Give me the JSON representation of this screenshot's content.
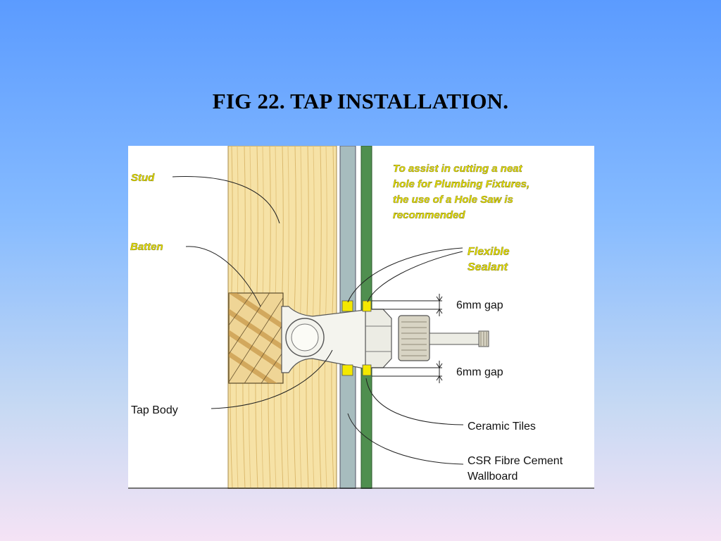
{
  "slide": {
    "title": "FIG 22. TAP INSTALLATION."
  },
  "diagram": {
    "labels": {
      "stud": "Stud",
      "batten": "Batten",
      "tap_body": "Tap Body",
      "note_line1": "To assist in cutting a neat",
      "note_line2": "hole for Plumbing Fixtures,",
      "note_line3": "the use of a Hole Saw is",
      "note_line4": "recommended",
      "flexible_line1": "Flexible",
      "flexible_line2": "Sealant",
      "gap_top": "6mm gap",
      "gap_bottom": "6mm gap",
      "ceramic_tiles": "Ceramic Tiles",
      "wallboard_line1": "CSR Fibre Cement",
      "wallboard_line2": "Wallboard"
    },
    "colors": {
      "stud_wood": "#f6e2a6",
      "wood_grain": "#d9b568",
      "batten_wood": "#efd596",
      "wallboard": "#a7bcbe",
      "tiles": "#4f8f4f",
      "sealant": "#f4e800",
      "label_yellow_text": "#e8e000",
      "label_black_text": "#111111",
      "fixture": "#f4f4ee",
      "thread": "#d8d4c4"
    }
  }
}
